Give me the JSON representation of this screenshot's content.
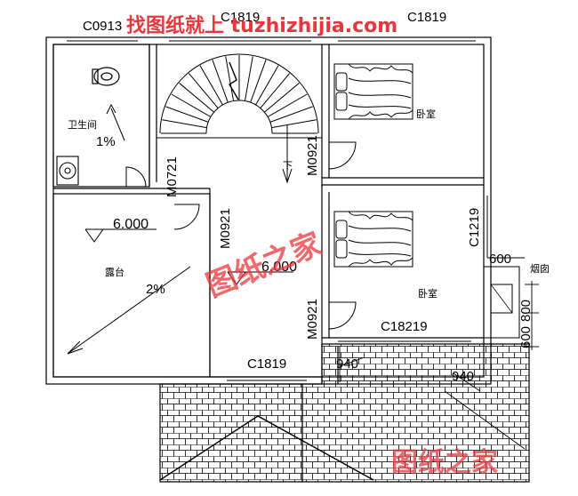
{
  "watermarks": {
    "top_banner": "找图纸就上 tuzhizhijia.com",
    "center": "图纸之家",
    "bottom": "图纸之家",
    "color": "#e8363c"
  },
  "windows": {
    "top_left": "C0913",
    "top_mid": "C1819",
    "top_right": "C1819",
    "right_side": "C1219",
    "right_bottom": "C18219",
    "bottom_mid": "C1819"
  },
  "doors": {
    "bath": "M0721",
    "terrace": "M0921",
    "bedroom_top": "M0921",
    "bedroom_bottom": "M0921"
  },
  "rooms": {
    "bathroom": "卫生间",
    "bathroom_slope": "1%",
    "terrace": "露台",
    "terrace_slope": "2%",
    "bedroom_top": "卧室",
    "bedroom_bottom": "卧室",
    "chimney": "烟囱"
  },
  "levels": {
    "terrace": "6.000",
    "hall": "6.000"
  },
  "stair": {
    "down": "下"
  },
  "dimensions": {
    "d600_top": "600",
    "d800": "800",
    "d600_side": "600",
    "roof_left": "940",
    "roof_right": "940"
  }
}
